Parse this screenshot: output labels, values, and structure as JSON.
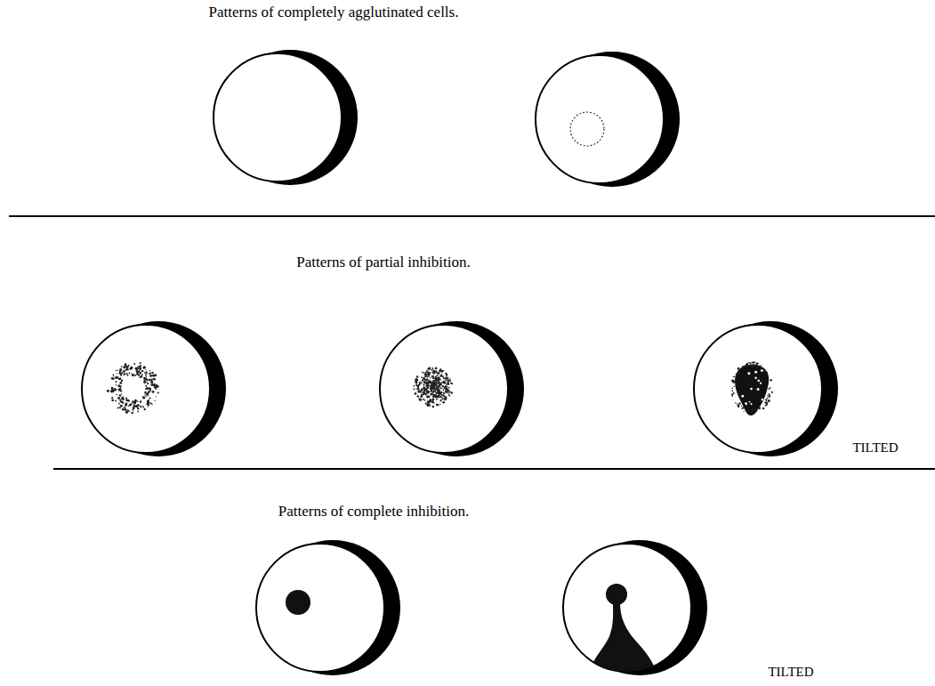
{
  "diagram": {
    "labels": [
      "Patterns of completely agglutinated cells.",
      "Patterns of partial inhibition.",
      "Patterns of complete inhibition.",
      "TILTED",
      "TILTED"
    ]
  }
}
